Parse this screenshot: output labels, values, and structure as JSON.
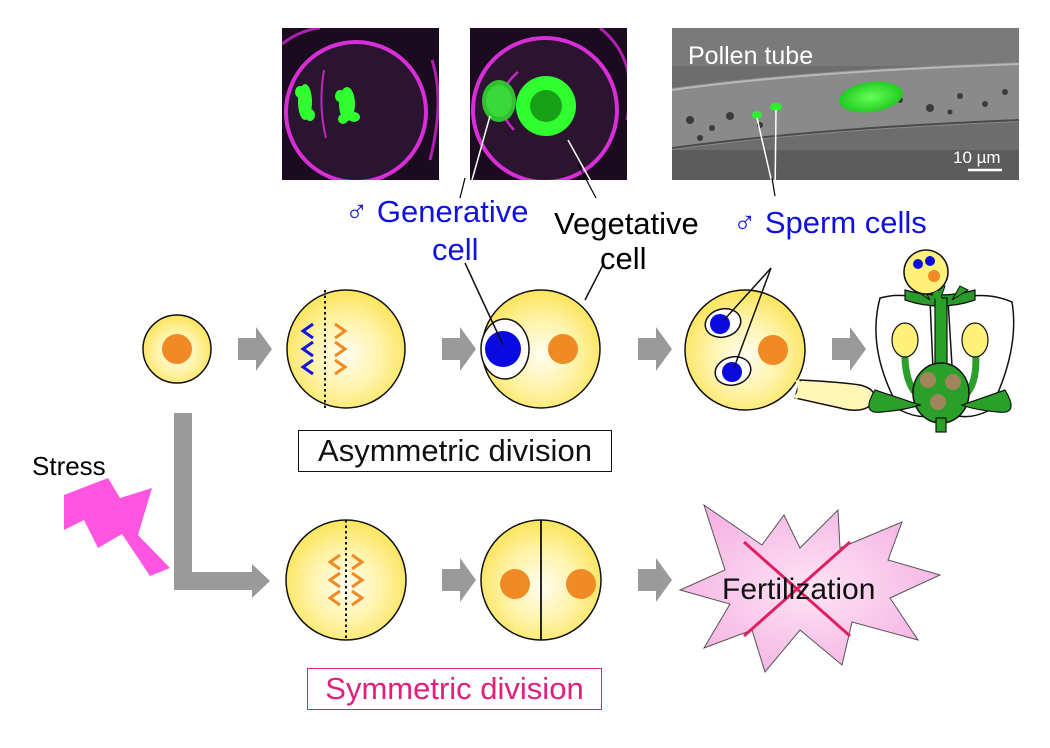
{
  "micrographs": {
    "tube_label": "Pollen tube",
    "scale_label": "10 µm"
  },
  "labels": {
    "generative_line1": "♂ Generative",
    "generative_line2": "cell",
    "vegetative_line1": "Vegetative",
    "vegetative_line2": "cell",
    "sperm": "♂ Sperm cells",
    "stress": "Stress",
    "fertilization": "Fertilization"
  },
  "boxes": {
    "asymmetric": "Asymmetric division",
    "symmetric": "Symmetric division"
  },
  "colors": {
    "cell_fill": "#fbe96a",
    "cell_center": "#fffbe0",
    "nucleus": "#f08a24",
    "generative_nucleus": "#0a0ae0",
    "arrow": "#9a9a9a",
    "stress_bolt": "#ff50e0",
    "fertilization_star": "#f9c8ec",
    "cross": "#e02060",
    "fluorescence_green": "#33ff33",
    "membrane_magenta": "#e030e0",
    "label_blue": "#1010e0",
    "symmetric_border": "#e0207a"
  },
  "icons": [
    "gray-arrow-icon",
    "lightning-icon",
    "flower-icon",
    "pollen-grain-icon",
    "cross-icon"
  ]
}
